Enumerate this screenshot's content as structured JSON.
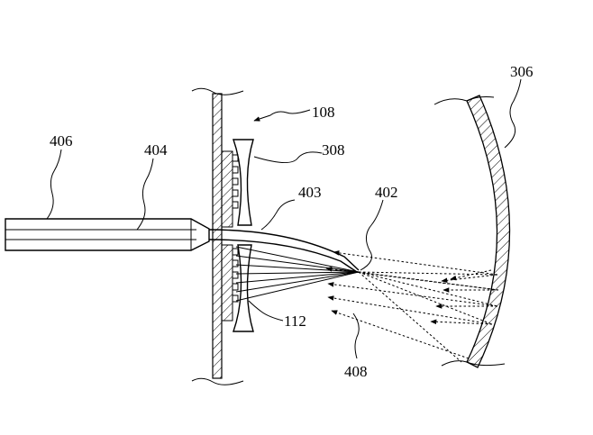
{
  "figure": {
    "labels": {
      "fiber_bundle": "406",
      "fiber": "404",
      "assembly": "108",
      "lens_element": "308",
      "fiber_tip": "403",
      "scan_point": "402",
      "mirror": "306",
      "sensor": "112",
      "beams": "408"
    }
  }
}
